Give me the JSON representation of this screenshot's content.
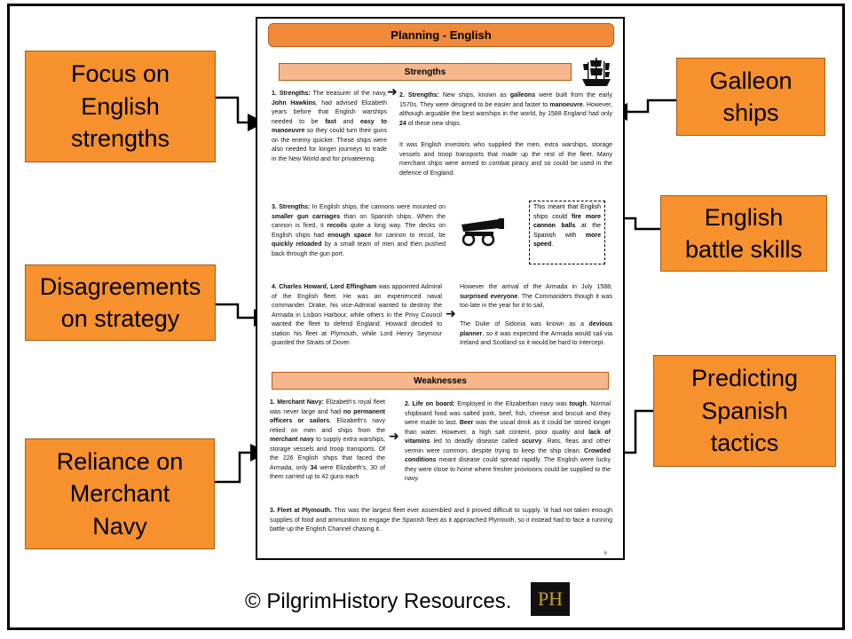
{
  "callouts": {
    "focus": "Focus on\nEnglish\nstrengths",
    "galleon": "Galleon\nships",
    "skills": "English\nbattle skills",
    "disagreements": "Disagreements\non strategy",
    "predicting": "Predicting\nSpanish\ntactics",
    "reliance": "Reliance on\nMerchant\nNavy"
  },
  "document": {
    "title": "Planning - English",
    "strengths_heading": "Strengths",
    "weaknesses_heading": "Weaknesses",
    "page_number": "6",
    "s1": {
      "lead": "1. Strengths:",
      "t1": " The treasurer of the navy, ",
      "b1": "John Hawkins",
      "t2": ", had advised Elizabeth years before that English warships needed to be ",
      "b2": "fast",
      "t3": " and ",
      "b3": "easy to manoeuvre",
      "t4": " so they could turn their guns on the enemy quicker. These ships were also needed for longer journeys to trade in the New World and for privateering."
    },
    "s2": {
      "lead": "2. Strengths:",
      "t1": " New ships, known as ",
      "b1": "galleons",
      "t2": " were built from the early 1570s. They were designed to be easier and faster to ",
      "b2": "manoeuvre",
      "t3": ". However, although arguable the best warships in the world, by 1588 England had only ",
      "b3": "24",
      "t4": " of these new ships.",
      "p2": "It was English investors who supplied the men, extra warships, storage vessels and troop transports that made up the rest of the fleet.  Many merchant ships were armed to combat piracy and so could be used in the defence of England."
    },
    "s3": {
      "lead": "3. Strengths:",
      "t1": " In English ships, the cannons were mounted on ",
      "b1": "smaller gun carriages",
      "t2": " than on Spanish ships. When the cannon is fired, it ",
      "b2": "recoils",
      "t3": " quite a long way. The decks on English ships had ",
      "b3": "enough space",
      "t4": " for cannon to recoil, be ",
      "b4": "quickly reloaded",
      "t5": " by a small team of men and then pushed back through the gun port."
    },
    "note": {
      "t1": "This meant that English ships could ",
      "b1": "fire more cannon balls",
      "t2": " at the Spanish with ",
      "b2": "more speed",
      "t3": "."
    },
    "s4": {
      "lead": "4. Charles Howard, Lord Effingham",
      "t1": " was appointed Admiral of the English fleet.  He was an experienced naval commander. Drake, his vice-Admiral wanted to destroy the Armada in Lisbon Harbour, while others in the Privy Council wanted the fleet to defend England. Howard decided to station his fleet at Plymouth, while Lord Henry Seymour guarded the Straits of Dover."
    },
    "s4b": {
      "t1": "However the arrival of the Armada in July 1588, ",
      "b1": "surprised everyone",
      "t2": ". The Commanders though it was too late in the year for it to sail,",
      "p2a": "The Duke of Sidonia was known as a ",
      "p2b": "devious planner",
      "p2c": ", so it was expected the Armada would sail via Ireland and Scotland so it would be hard to intercept."
    },
    "w1": {
      "lead": "1. Merchant Navy:",
      "t1": " Elizabeth's royal fleet was never large and had ",
      "b1": "no permanent officers or sailors",
      "t2": ". Elizabeth's navy relied on men and ships from the ",
      "b2": "merchant navy",
      "t3": " to supply extra warships, storage vessels and troop transports. Of the 226 English ships that faced the Armada, only ",
      "b3": "34",
      "t4": " were Elizabeth's, 30 of them carried up to 42 guns each"
    },
    "w2": {
      "lead": "2. Life on board:",
      "t1": " Employed in the Elizabethan navy was ",
      "b1": "tough",
      "t2": ". Normal shipboard food was salted pork, beef, fish, cheese and biscuit and they were made to last. ",
      "b2": "Beer",
      "t3": " was the usual drink as it could be stored longer than water. However, a high salt content, poor quality and ",
      "b3": "lack of vitamins",
      "t4": " led to deadly disease called ",
      "b4": "scurvy",
      "t5": ". Rats, fleas and other vermin were common, despite trying to keep the ship clean. ",
      "b5": "Crowded conditions",
      "t6": " meant disease could spread rapidly. The English were lucky they were close to home where fresher provisions could be supplied to the navy."
    },
    "w3": {
      "lead": "3. Fleet at Plymouth.",
      "t1": " This was the largest fleet ever assembled and it proved difficult to supply. \\it had not taken enough supplies of food and ammunition to engage the Spanish fleet as it approached Plymouth, so it instead had to face a running battle up the English Channel chasing it."
    }
  },
  "footer": {
    "text": "© PilgrimHistory Resources.",
    "logo": "PH"
  },
  "colors": {
    "callout": "#f6912d",
    "title_bar": "#f08a3a",
    "section_bar": "#f6b78c"
  },
  "icons": [
    "galleon-ship-icon",
    "cannon-icon",
    "arrow-right-icon"
  ]
}
